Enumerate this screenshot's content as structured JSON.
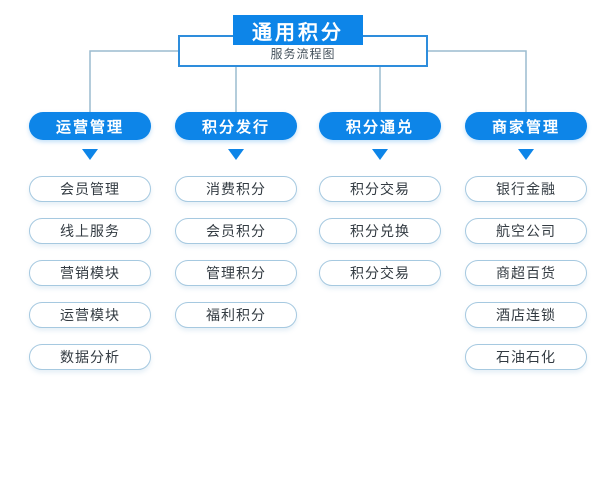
{
  "title": "通用积分",
  "subtitle": "服务流程图",
  "colors": {
    "primary_blue": "#0d85e8",
    "root_box_border": "#2e8ddc",
    "connector_line": "#9bbccf",
    "item_pill_border": "#a6c9e0",
    "item_text": "#333b42",
    "header_text": "#ffffff"
  },
  "columns": [
    {
      "header": "运营管理",
      "items": [
        "会员管理",
        "线上服务",
        "营销模块",
        "运营模块",
        "数据分析"
      ]
    },
    {
      "header": "积分发行",
      "items": [
        "消费积分",
        "会员积分",
        "管理积分",
        "福利积分"
      ]
    },
    {
      "header": "积分通兑",
      "items": [
        "积分交易",
        "积分兑换",
        "积分交易"
      ]
    },
    {
      "header": "商家管理",
      "items": [
        "银行金融",
        "航空公司",
        "商超百货",
        "酒店连锁",
        "石油石化"
      ]
    }
  ]
}
